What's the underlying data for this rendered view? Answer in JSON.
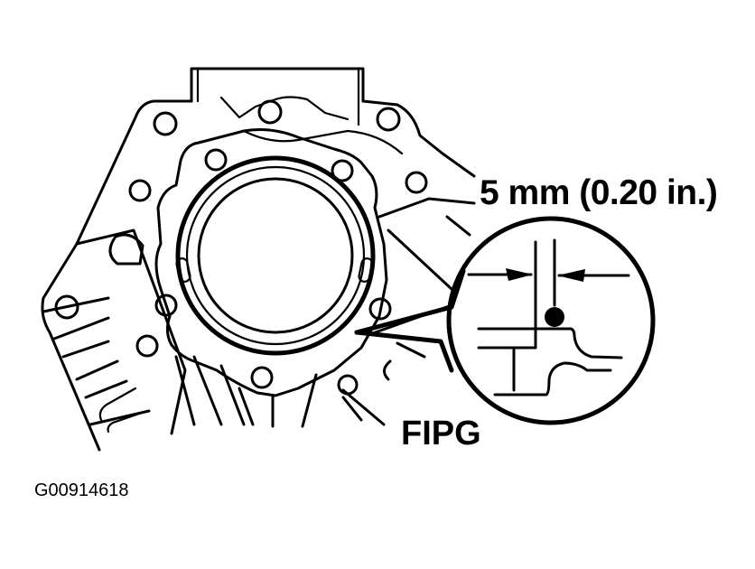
{
  "figure": {
    "id": "G00914618",
    "subject": "Transaxle case / oil seal retainer with FIPG sealant application",
    "colors": {
      "line": "#000000",
      "background": "#ffffff"
    }
  },
  "labels": {
    "dimension": "5 mm (0.20 in.)",
    "sealant": "FIPG"
  },
  "detail_view": {
    "description": "Magnified cross-section showing FIPG bead position 5 mm from edge",
    "elements": [
      "dimension-arrows",
      "sealant-bead",
      "flange-step-profile"
    ]
  }
}
